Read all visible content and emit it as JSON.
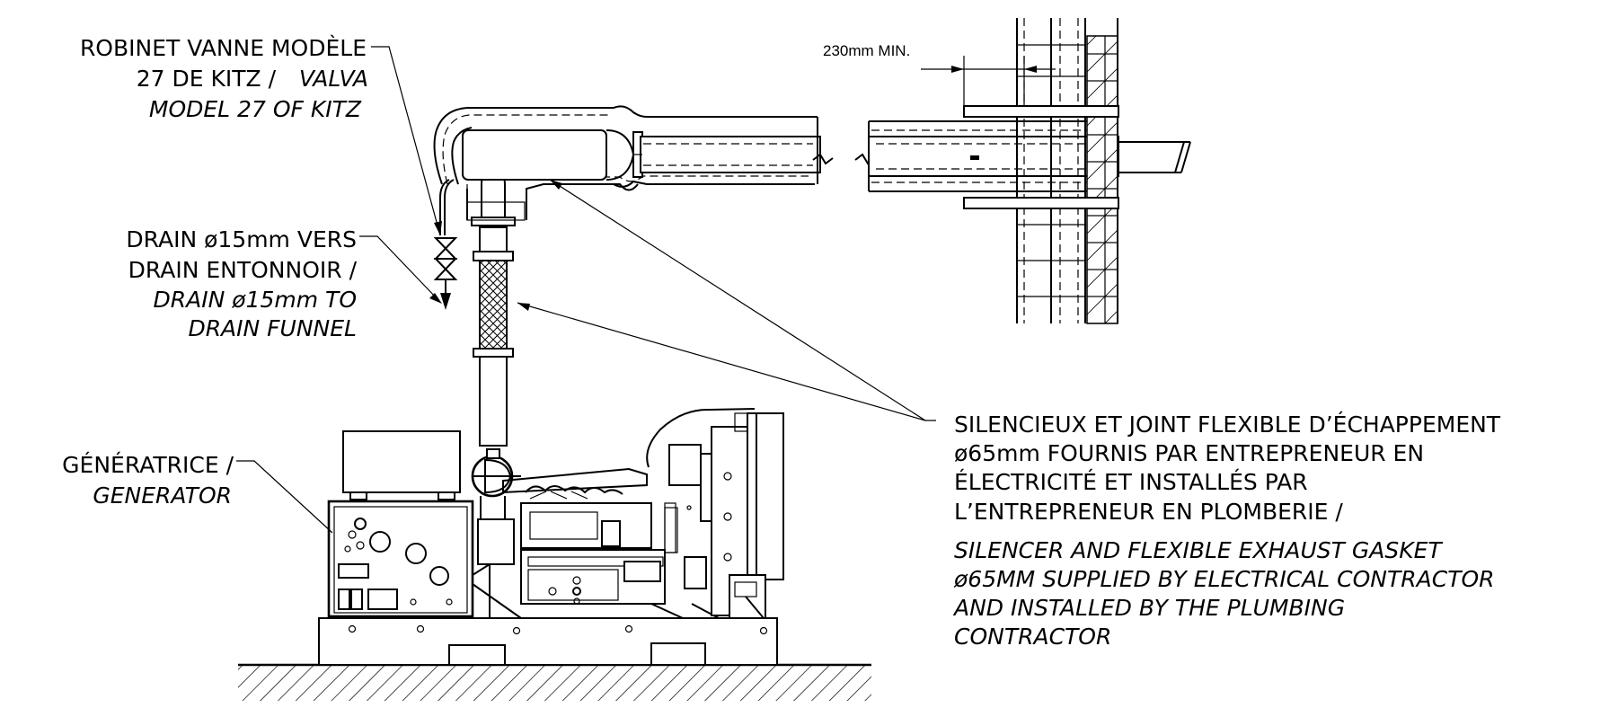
{
  "labels": {
    "valve_fr_1": "ROBINET VANNE MODÈLE",
    "valve_fr_2": "27 DE KITZ /",
    "valve_en_1": "VALVA",
    "valve_en_2": "MODEL  27 OF KITZ",
    "drain_fr_1": "DRAIN ø15mm VERS",
    "drain_fr_2": "DRAIN ENTONNOIR /",
    "drain_en_1": "DRAIN ø15mm TO",
    "drain_en_2": "DRAIN FUNNEL",
    "gen_fr": "GÉNÉRATRICE /",
    "gen_en": "GENERATOR",
    "sil_fr_1": "SILENCIEUX ET JOINT FLEXIBLE D’ÉCHAPPEMENT",
    "sil_fr_2": "ø65mm FOURNIS PAR ENTREPRENEUR EN",
    "sil_fr_3": "ÉLECTRICITÉ ET INSTALLÉS PAR",
    "sil_fr_4": "L’ENTREPRENEUR EN PLOMBERIE /",
    "sil_en_1": "SILENCER AND FLEXIBLE EXHAUST GASKET",
    "sil_en_2": "ø65MM SUPPLIED BY ELECTRICAL CONTRACTOR",
    "sil_en_3": "AND INSTALLED BY THE PLUMBING",
    "sil_en_4": "CONTRACTOR",
    "clearance": "230mm MIN."
  },
  "colors": {
    "line": "#000000",
    "background": "#ffffff"
  }
}
